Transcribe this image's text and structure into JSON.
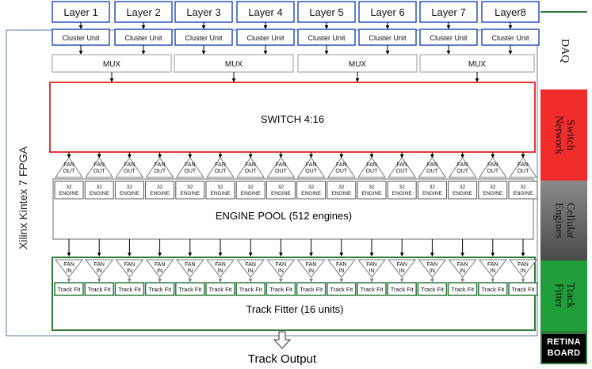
{
  "layers": [
    "Layer 1",
    "Layer 2",
    "Layer 3",
    "Layer 4",
    "Layer 5",
    "Layer 6",
    "Layer 7",
    "Layer8"
  ],
  "cluster_unit_label": "Cluster Unit",
  "mux_label": "MUX",
  "switch_label": "SWITCH 4:16",
  "fan_out_label": "FAN\nOUT",
  "engine_label": "32\nENGINE",
  "engine_pool_label": "ENGINE POOL (512 engines)",
  "fan_in_label": "FAN\nIN",
  "track_fit_label": "Track Fit",
  "track_fitter_label": "Track Fitter (16 units)",
  "fpga_label": "Xilinx Kintex 7 FPGA",
  "output_label": "Track Output",
  "legend": {
    "daq": "DAQ",
    "switch_network": "Switch\nNetwork",
    "cellular_engines": "Cellular\nEngines",
    "track_fitter": "Track\nFitter",
    "retina_board": "RETINA\nBOARD"
  },
  "colors": {
    "blue": "#2a52be",
    "red": "#e53935",
    "green": "#2d7a3a",
    "grey": "#9a9a9a",
    "legend_red": "#f22b2b",
    "legend_green": "#1f9e3a",
    "legend_grey": "#6a6a6a"
  }
}
